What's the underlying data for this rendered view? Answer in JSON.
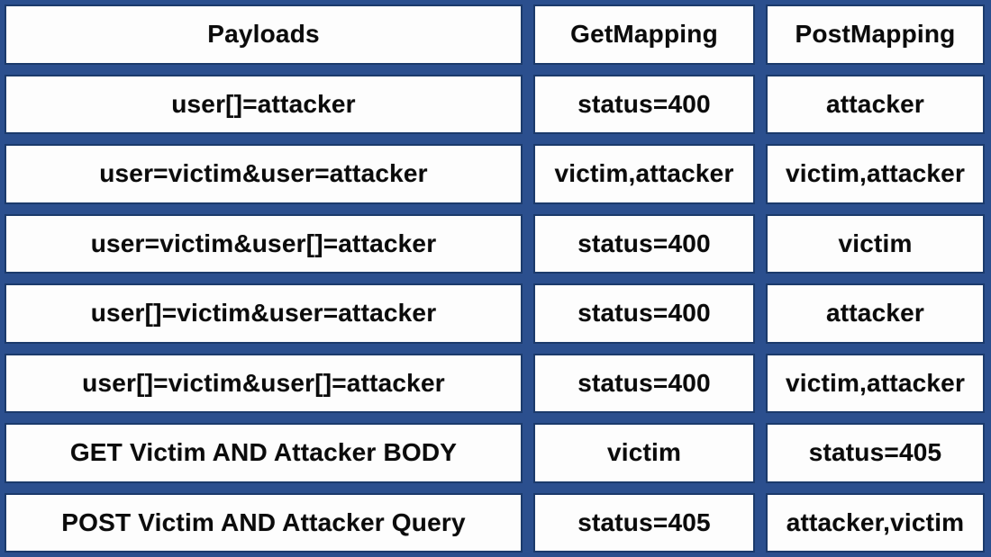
{
  "chart_data": {
    "type": "table",
    "title": "",
    "columns": [
      "Payloads",
      "GetMapping",
      "PostMapping"
    ],
    "rows": [
      [
        "user[]=attacker",
        "status=400",
        "attacker"
      ],
      [
        "user=victim&user=attacker",
        "victim,attacker",
        "victim,attacker"
      ],
      [
        "user=victim&user[]=attacker",
        "status=400",
        "victim"
      ],
      [
        "user[]=victim&user=attacker",
        "status=400",
        "attacker"
      ],
      [
        "user[]=victim&user[]=attacker",
        "status=400",
        "victim,attacker"
      ],
      [
        "GET Victim AND Attacker BODY",
        "victim",
        "status=405"
      ],
      [
        "POST Victim AND Attacker Query",
        "status=405",
        "attacker,victim"
      ]
    ],
    "layout": {
      "grid": "3 columns x 8 rows",
      "legend": "none",
      "axes": "none"
    }
  },
  "colors": {
    "background": "#2b4f8e",
    "cell_background": "#fdfdfd",
    "cell_border": "#1b3a6b",
    "text": "#0b0b0b"
  }
}
